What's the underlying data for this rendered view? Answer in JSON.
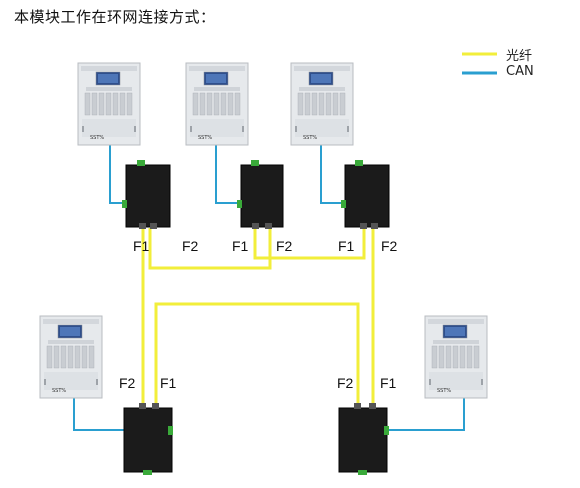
{
  "title": "本模块工作在环网连接方式：",
  "legend": {
    "fiber": {
      "label": "光纤",
      "color": "#f2ee3a"
    },
    "can": {
      "label": "CAN",
      "color": "#2a9fd0"
    }
  },
  "panels": [
    {
      "brand": "SST%"
    },
    {
      "brand": "SST%"
    },
    {
      "brand": "SST%"
    },
    {
      "brand": "SST%"
    },
    {
      "brand": "SST%"
    }
  ],
  "modules": [
    {
      "port_left": "F1",
      "port_right": "F2"
    },
    {
      "port_left": "F1",
      "port_right": "F2"
    },
    {
      "port_left": "F1",
      "port_right": "F2"
    },
    {
      "port_left": "F2",
      "port_right": "F1"
    },
    {
      "port_left": "F2",
      "port_right": "F1"
    }
  ]
}
